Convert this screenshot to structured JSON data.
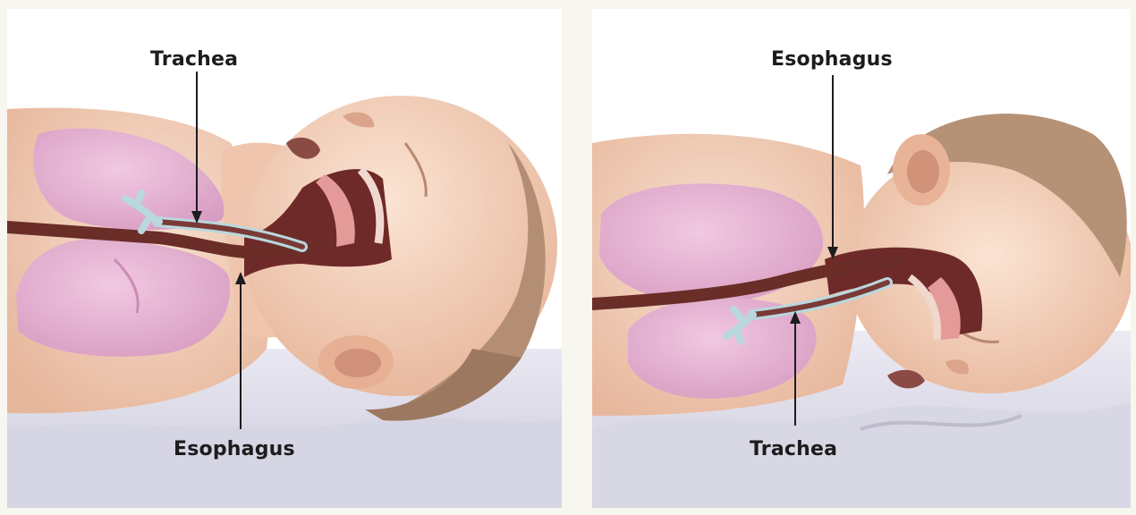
{
  "left_panel": {
    "labels": {
      "top": "Trachea",
      "bottom": "Esophagus"
    }
  },
  "right_panel": {
    "labels": {
      "top": "Esophagus",
      "bottom": "Trachea"
    }
  }
}
